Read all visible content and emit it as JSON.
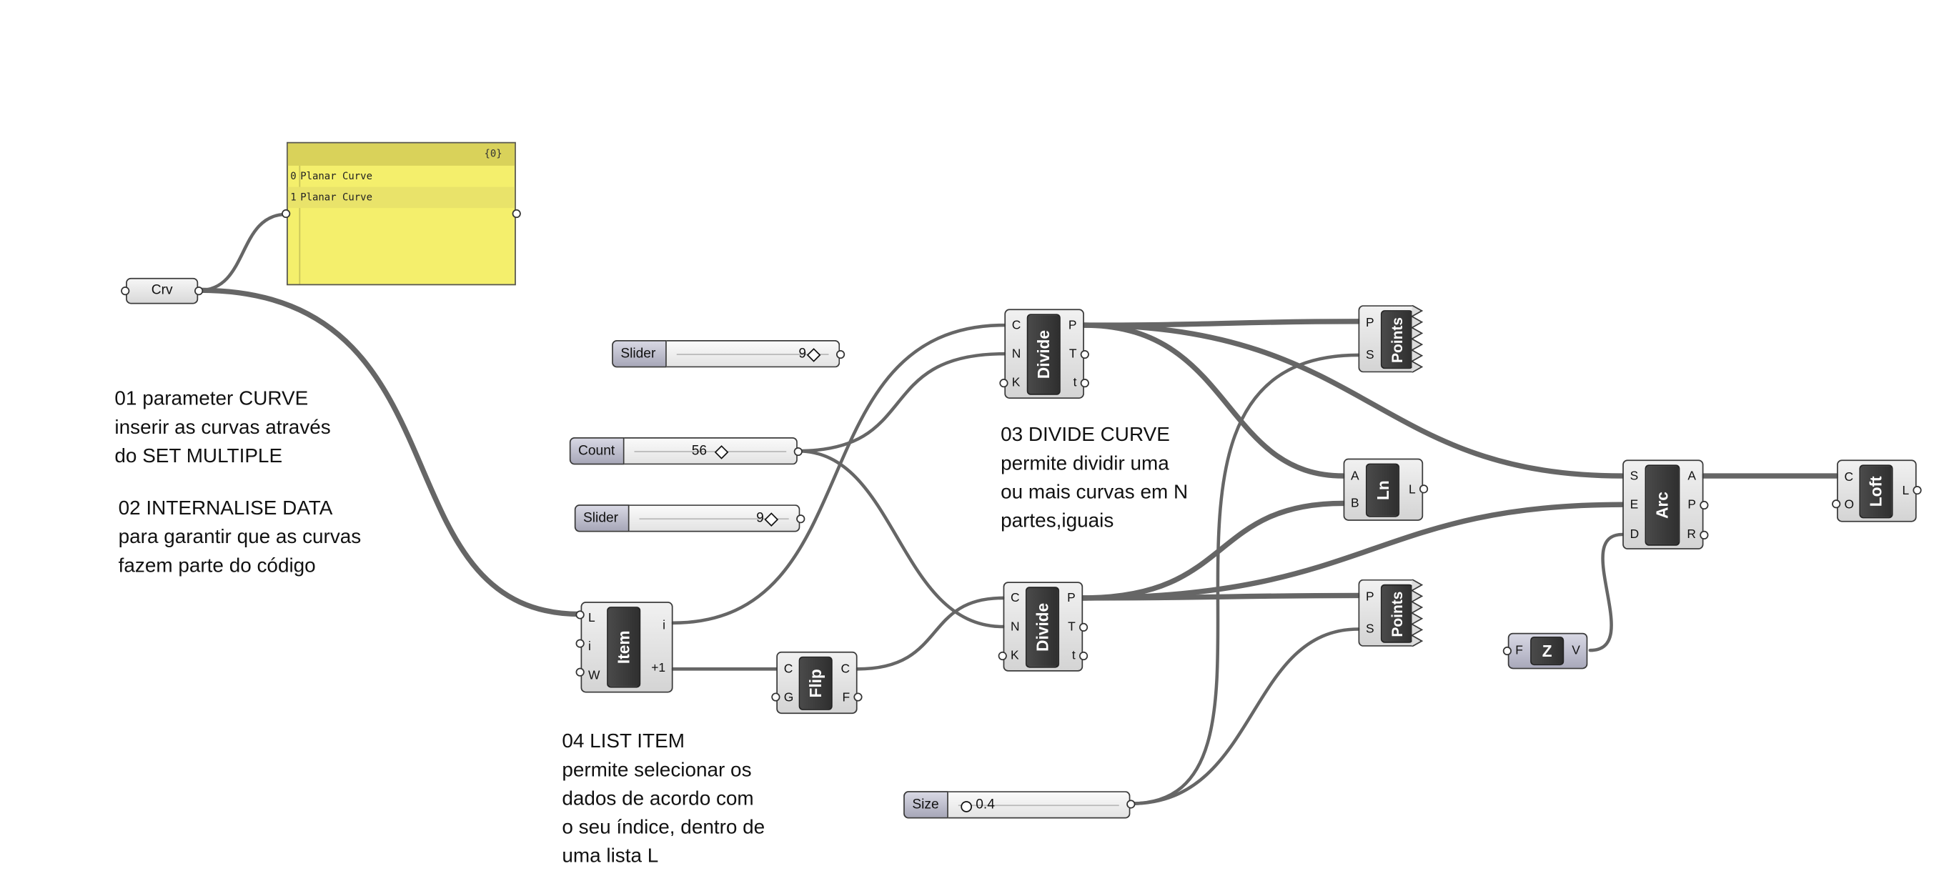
{
  "crv": {
    "label": "Crv"
  },
  "panel": {
    "header": "{0}",
    "rows": [
      {
        "index": "0",
        "text": "Planar Curve"
      },
      {
        "index": "1",
        "text": "Planar Curve"
      }
    ]
  },
  "sliders": {
    "slider_top": {
      "label": "Slider",
      "value": "9"
    },
    "count": {
      "label": "Count",
      "value": "56"
    },
    "slider_bottom": {
      "label": "Slider",
      "value": "9"
    },
    "size": {
      "label": "Size",
      "value": "0.4"
    }
  },
  "item": {
    "name": "Item",
    "in": [
      "L",
      "i",
      "W"
    ],
    "out": [
      "i",
      "+1"
    ]
  },
  "flip": {
    "name": "Flip",
    "in": [
      "C",
      "G"
    ],
    "out": [
      "C",
      "F"
    ]
  },
  "divide_top": {
    "name": "Divide",
    "in": [
      "C",
      "N",
      "K"
    ],
    "out": [
      "P",
      "T",
      "t"
    ]
  },
  "divide_bottom": {
    "name": "Divide",
    "in": [
      "C",
      "N",
      "K"
    ],
    "out": [
      "P",
      "T",
      "t"
    ]
  },
  "points_top": {
    "name": "Points",
    "in": [
      "P",
      "S"
    ]
  },
  "points_bottom": {
    "name": "Points",
    "in": [
      "P",
      "S"
    ]
  },
  "ln": {
    "name": "Ln",
    "in": [
      "A",
      "B"
    ],
    "out": [
      "L"
    ]
  },
  "arc": {
    "name": "Arc",
    "in": [
      "S",
      "E",
      "D"
    ],
    "out": [
      "A",
      "P",
      "R"
    ]
  },
  "z": {
    "name": "Z",
    "in": [
      "F"
    ],
    "out": [
      "V"
    ]
  },
  "loft": {
    "name": "Loft",
    "in": [
      "C",
      "O"
    ],
    "out": [
      "L"
    ]
  },
  "notes": {
    "n01": [
      "01 parameter CURVE",
      "inserir as curvas através",
      "do SET MULTIPLE"
    ],
    "n02": [
      "02 INTERNALISE DATA",
      "para garantir que as curvas",
      "fazem parte do código"
    ],
    "n03": [
      "03 DIVIDE CURVE",
      "permite dividir uma",
      "ou mais curvas em N",
      "partes,iguais"
    ],
    "n04": [
      "04 LIST ITEM",
      "permite selecionar os",
      "dados de acordo com",
      "o seu índice, dentro de",
      "uma lista L"
    ]
  }
}
